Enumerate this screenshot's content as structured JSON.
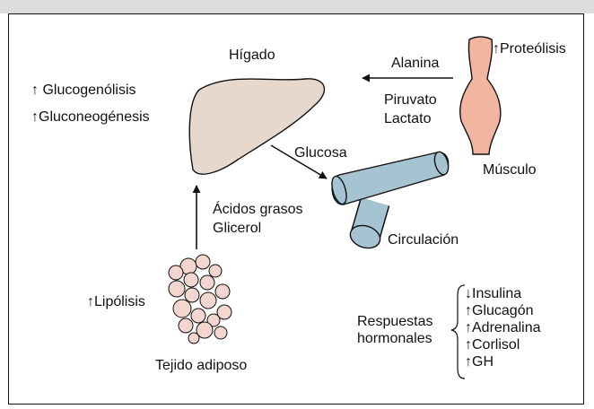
{
  "organs": {
    "liver": "Hígado",
    "muscle": "Músculo",
    "circulation": "Circulación",
    "adipose": "Tejido adiposo"
  },
  "processes": {
    "glycogenolysis": "↑ Glucogenólisis",
    "gluconeogenesis": "↑Gluconeogénesis",
    "proteolysis": "↑Proteólisis",
    "lipolysis": "↑Lipólisis"
  },
  "flows": {
    "alanine": "Alanina",
    "pyruvate": "Piruvato",
    "lactate": "Lactato",
    "glucose": "Glucosa",
    "fatty_acids": "Ácidos grasos",
    "glycerol": "Glicerol"
  },
  "hormonal": {
    "title_line1": "Respuestas",
    "title_line2": "hormonales",
    "items": [
      "↓Insulina",
      "↑Glucagón",
      "↑Adrenalina",
      "↑Corlisol",
      "↑GH"
    ]
  },
  "colors": {
    "liver": "#e6d8cc",
    "muscle": "#f2b5a0",
    "vessel": "#a5c3d1",
    "fat": "#f2d6cf",
    "topbar": "#dcdcdc"
  }
}
